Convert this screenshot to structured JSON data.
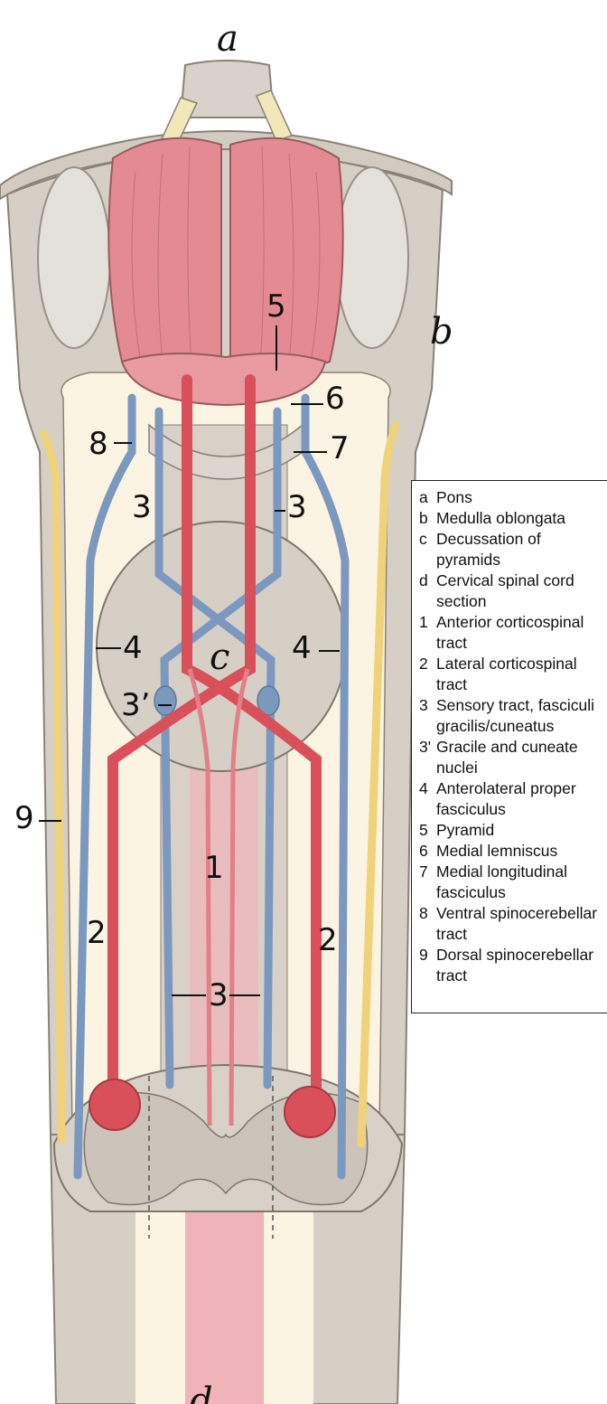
{
  "labels": {
    "a": "a",
    "b": "b",
    "c": "c",
    "d": "d",
    "n1": "1",
    "n2": "2",
    "n3": "3",
    "n3p": "3’",
    "n4": "4",
    "n5": "5",
    "n6": "6",
    "n7": "7",
    "n8": "8",
    "n9": "9"
  },
  "legend": [
    {
      "key": "a",
      "text": "Pons"
    },
    {
      "key": "b",
      "text": "Medulla oblongata"
    },
    {
      "key": "c",
      "text": "Decussation of\npyramids"
    },
    {
      "key": "d",
      "text": "Cervical spinal cord\nsection"
    },
    {
      "key": "1",
      "text": "Anterior corticospinal\ntract"
    },
    {
      "key": "2",
      "text": "Lateral corticospinal\ntract"
    },
    {
      "key": "3",
      "text": "Sensory tract, fasciculi\ngracilis/cuneatus"
    },
    {
      "key": "3'",
      "text": "Gracile and cuneate\nnuclei"
    },
    {
      "key": "4",
      "text": "Anterolateral proper\nfasciculus"
    },
    {
      "key": "5",
      "text": "Pyramid"
    },
    {
      "key": "6",
      "text": "Medial lemniscus"
    },
    {
      "key": "7",
      "text": "Medial longitudinal\nfasciculus"
    },
    {
      "key": "8",
      "text": "Ventral spinocerebellar\ntract"
    },
    {
      "key": "9",
      "text": "Dorsal spinocerebellar\ntract"
    }
  ],
  "colors": {
    "motor_tract": "#d9505a",
    "sensory_tract": "#7b98bf",
    "spinocerebellar": "#efd27a",
    "tissue": "#d6cfc6",
    "white_matter": "#fbf4e2",
    "pyramid": "#e48a92"
  }
}
